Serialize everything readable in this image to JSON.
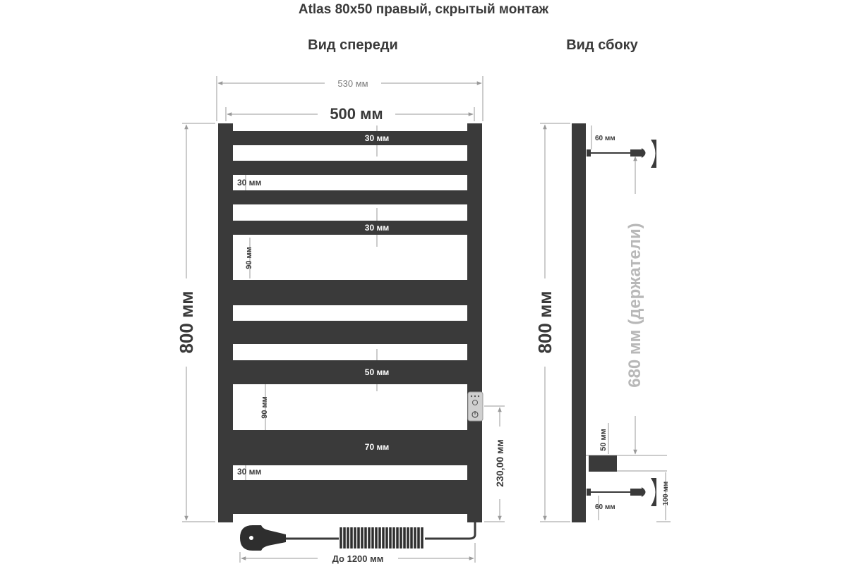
{
  "title": "Atlas 80x50 правый, скрытый монтаж",
  "front_view": {
    "heading": "Вид спереди",
    "overall_width": "530 мм",
    "inner_width": "500 мм",
    "height": "800 мм",
    "gap_top": "30 мм",
    "gap_left_top": "30 мм",
    "gap_mid_top": "30 мм",
    "gap_left_90_top": "90 мм",
    "bar_height_50": "50 мм",
    "gap_left_90_bottom": "90 мм",
    "bar_height_70": "70 мм",
    "gap_left_bottom": "30 мм",
    "controller_offset": "230,00 мм",
    "cable_length": "До 1200 мм"
  },
  "side_view": {
    "heading": "Вид сбоку",
    "height": "800 мм",
    "holder_top": "60 мм",
    "holders_span": "680 мм (держатели)",
    "connector": "50 мм",
    "holder_bottom": "60 мм",
    "wall_offset": "100 мм"
  }
}
